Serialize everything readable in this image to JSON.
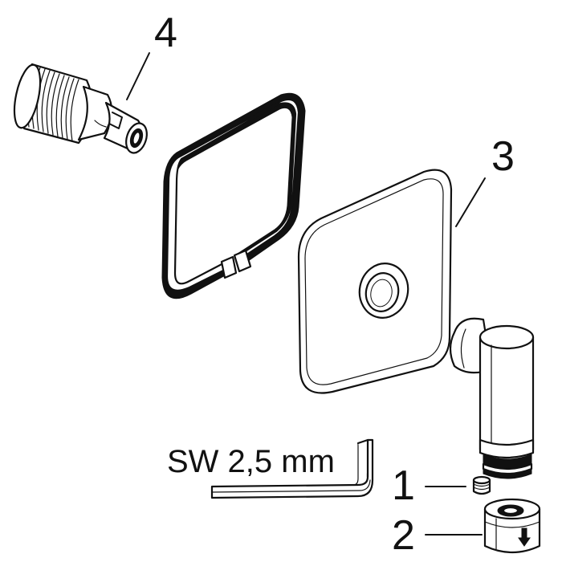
{
  "labels": {
    "part_1": "1",
    "part_2": "2",
    "part_3": "3",
    "part_4": "4"
  },
  "tool": {
    "label": "SW 2,5 mm"
  }
}
